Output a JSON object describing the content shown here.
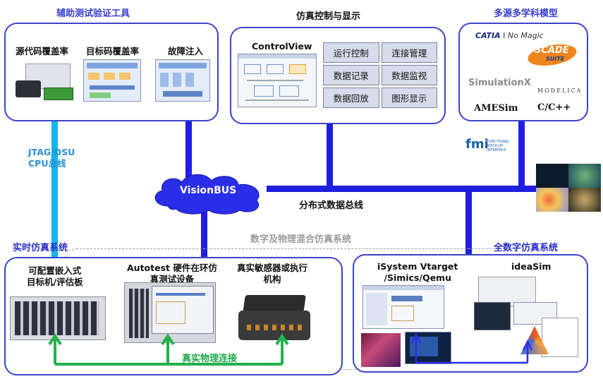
{
  "top_left": {
    "title": "辅助测试验证工具",
    "items": [
      "源代码覆盖率",
      "目标码覆盖率",
      "故障注入"
    ]
  },
  "top_middle": {
    "title": "仿真控制与显示",
    "window_title": "ControlView",
    "buttons": [
      "运行控制",
      "连接管理",
      "数据记录",
      "数据监视",
      "数据回放",
      "图形显示"
    ]
  },
  "top_right": {
    "title": "多源多学科模型",
    "logos": {
      "catia": "CATIA",
      "nomagic": "No Magic",
      "scade": "SCADE",
      "scade_suite": "SUITE",
      "simulationx": "SimulationX",
      "modelica": "MODELICA",
      "amesim": "AMESim",
      "cpp": "C/C++",
      "fmi": "fmi",
      "fmi_sub": "FUNCTIONAL MOCK-UP INTERFACE"
    }
  },
  "bus": {
    "cloud_label": "VisionBUS",
    "distributed_label": "分布式数据总线",
    "jtag_label_line1": "JTAG/DSU",
    "jtag_label_line2": "CPU总线"
  },
  "hybrid_label": "数字及物理混合仿真系统",
  "bottom_left": {
    "title": "实时仿真系统",
    "items": [
      {
        "line1": "可配置嵌入式",
        "line2": "目标机/评估板"
      },
      {
        "line1": "Autotest 硬件在环仿",
        "line2": "真测试设备"
      },
      {
        "line1": "真实敏感器或执行",
        "line2": "机构"
      }
    ],
    "connection_label": "真实物理连接"
  },
  "bottom_right": {
    "title": "全数字仿真系统",
    "vtarget_line1": "iSystem Vtarget",
    "vtarget_line2": "/Simics/Qemu",
    "ideasim": "ideaSim"
  },
  "colors": {
    "bus_blue": "#1f1fe0",
    "frame_blue": "#3d44c8",
    "title_blue": "#3a3fd0",
    "jtag_cyan": "#12b4ec",
    "link_green": "#22b14c"
  }
}
